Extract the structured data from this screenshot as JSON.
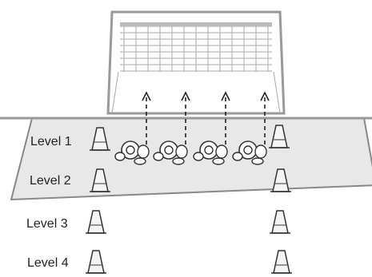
{
  "levels": [
    {
      "label": "Level 1"
    },
    {
      "label": "Level 2"
    },
    {
      "label": "Level 3"
    },
    {
      "label": "Level 4"
    }
  ],
  "players_count": 4,
  "arrows_count": 4,
  "colors": {
    "line": "#444444",
    "net": "#999999",
    "field_fill": "#e6e6e6",
    "field_top": "#c9c9c9",
    "cone_fill": "#f2f2f2"
  }
}
